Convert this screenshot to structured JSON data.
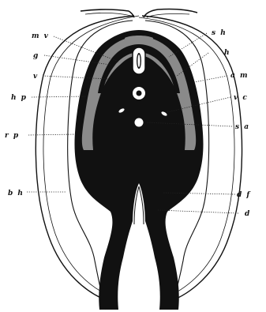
{
  "figure": {
    "labels": {
      "mv": "m v",
      "g": "g",
      "v": "v",
      "hp": "h p",
      "rp": "r p",
      "bh": "b h",
      "sh": "s h",
      "h": "h",
      "am": "a m",
      "vc": "v c",
      "sa": "s a",
      "df": "d f",
      "d": "d"
    },
    "colors": {
      "ink": "#111111",
      "mesoderm_grey": "#8a8a8a",
      "background": "#ffffff"
    }
  }
}
